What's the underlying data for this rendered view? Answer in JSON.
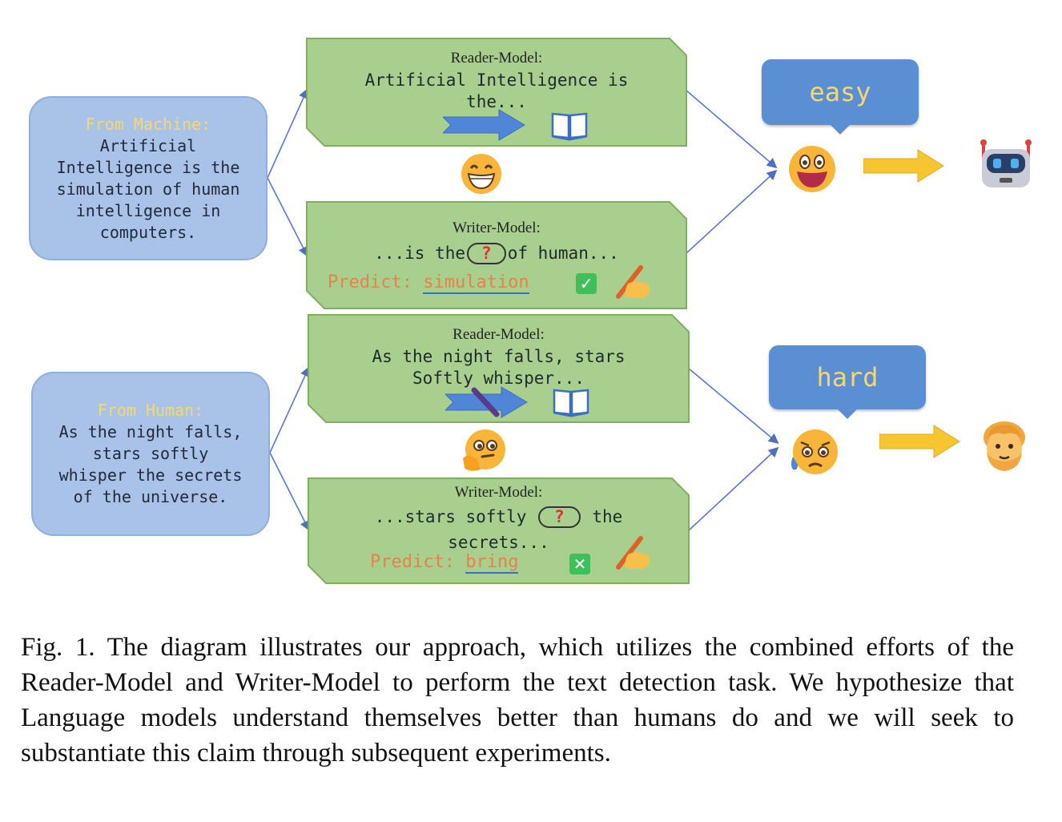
{
  "machine": {
    "source_tag": "From Machine:",
    "source_lines": [
      "Artificial",
      "Intelligence is the",
      "simulation of human",
      "intelligence in",
      "computers."
    ],
    "reader_title": "Reader-Model:",
    "reader_lines": [
      "Artificial Intelligence is",
      "the..."
    ],
    "writer_title": "Writer-Model:",
    "writer_before": "...is the",
    "writer_mask": "?",
    "writer_after": "of human...",
    "predict_label": "Predict:",
    "predict_word": "simulation",
    "result_mark": "✓",
    "difficulty": "easy"
  },
  "human": {
    "source_tag": "From Human:",
    "source_lines": [
      "As the night falls,",
      "stars softly",
      "whisper the secrets",
      "of the universe."
    ],
    "reader_title": "Reader-Model:",
    "reader_lines": [
      "As the night falls, stars",
      "Softly whisper..."
    ],
    "writer_title": "Writer-Model:",
    "writer_before": "...stars softly",
    "writer_mask": "?",
    "writer_after": "the",
    "writer_line2": "secrets...",
    "predict_label": "Predict:",
    "predict_word": "bring",
    "result_mark": "✕",
    "difficulty": "hard"
  },
  "icons": {
    "reading": "book-icon",
    "writing": "writing-hand-icon",
    "flow": "arrow-icon",
    "machine_outcome": "robot-icon",
    "human_outcome": "person-face-icon"
  },
  "colors": {
    "source_fill": "#a9c3e8",
    "panel_fill": "#a9cf8e",
    "bubble_fill": "#5b8fd4",
    "highlight": "#f6d86b",
    "predict": "#e6824a",
    "correct": "#3fbf5a",
    "wrong": "#3fbf5a"
  },
  "caption": "Fig. 1.  The diagram illustrates our approach, which utilizes the combined efforts of the Reader-Model and Writer-Model to perform the text detection task. We hypothesize that Language models understand themselves better than humans do and we will seek to substantiate this claim through subsequent experiments."
}
